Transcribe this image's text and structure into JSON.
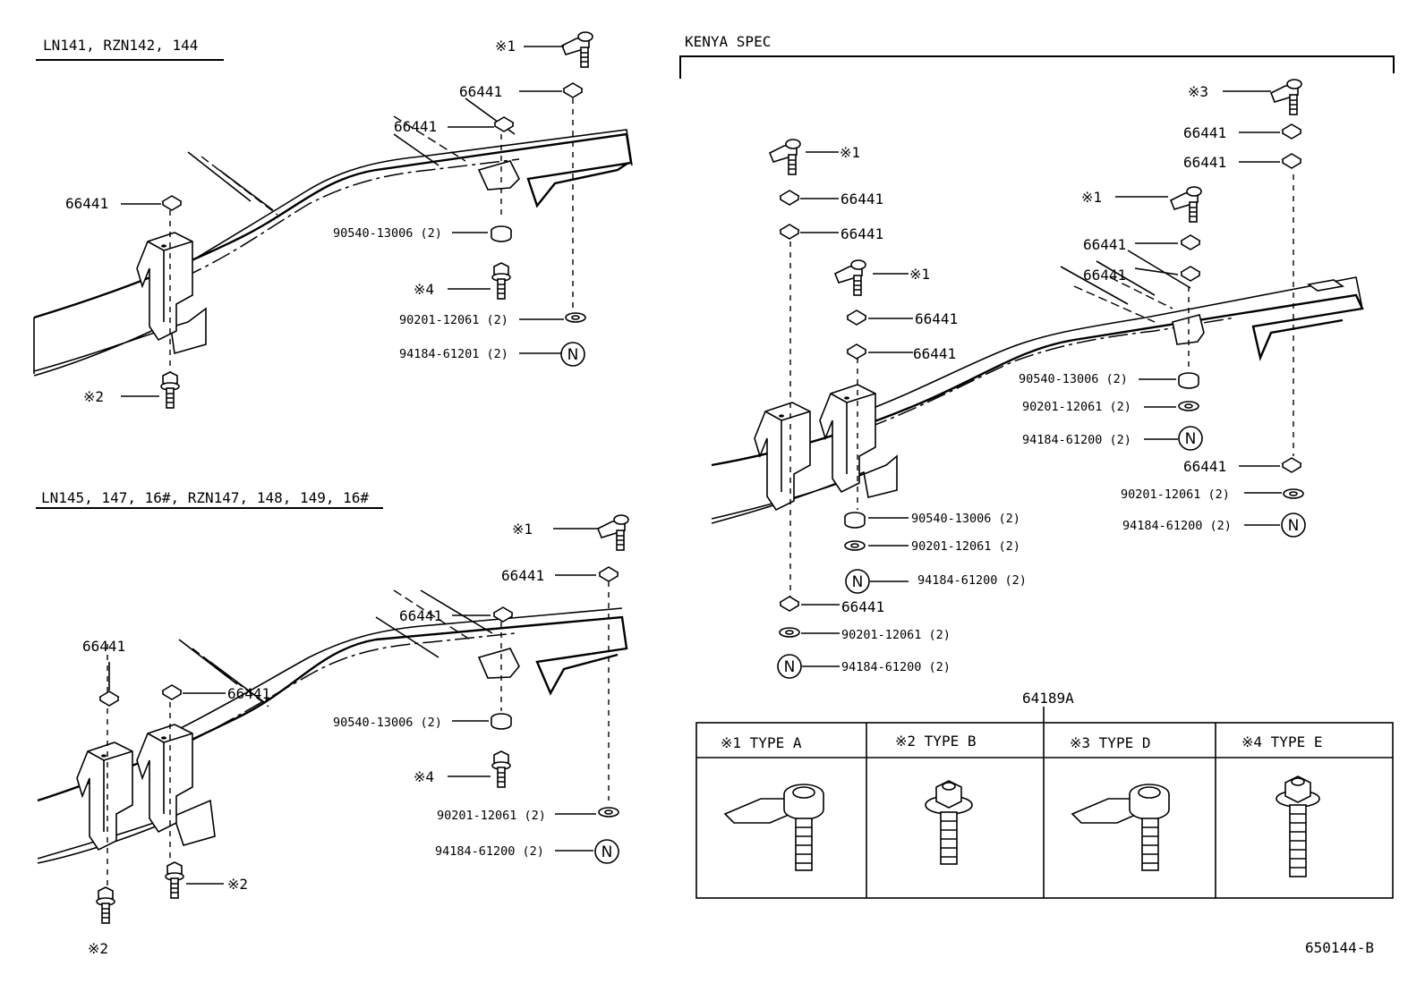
{
  "sections": {
    "s1_heading": "LN141, RZN142, 144",
    "s2_heading": "LN145, 147, 16#, RZN147, 148, 149, 16#",
    "s3_heading": "KENYA SPEC"
  },
  "section1": {
    "callout_1": "※1",
    "nut_a": "66441",
    "nut_b": "66441",
    "nut_c": "66441",
    "cushion": "90540-13006 (2)",
    "callout_4": "※4",
    "washer": "90201-12061 (2)",
    "nut_n": "94184-61201 (2)",
    "callout_2": "※2"
  },
  "section2": {
    "callout_1": "※1",
    "nut_a": "66441",
    "nut_b": "66441",
    "nut_c": "66441",
    "nut_d": "66441",
    "cushion": "90540-13006 (2)",
    "callout_4": "※4",
    "washer": "90201-12061 (2)",
    "nut_n": "94184-61200 (2)",
    "callout_2a": "※2",
    "callout_2b": "※2"
  },
  "section3": {
    "left_callout_1a": "※1",
    "left_nut_1": "66441",
    "left_nut_2": "66441",
    "left_callout_1b": "※1",
    "left_nut_3": "66441",
    "left_nut_4": "66441",
    "left_cushion": "90540-13006 (2)",
    "left_washer": "90201-12061 (2)",
    "left_nut_n": "94184-61200 (2)",
    "left_nut_5": "66441",
    "left_washer_2": "90201-12061 (2)",
    "left_nut_n2": "94184-61200 (2)",
    "right_callout_3": "※3",
    "right_nut_1": "66441",
    "right_nut_2": "66441",
    "right_callout_1": "※1",
    "right_nut_3": "66441",
    "right_nut_4": "66441",
    "right_cushion": "90540-13006 (2)",
    "right_washer": "90201-12061 (2)",
    "right_nut_n": "94184-61200 (2)",
    "right_nut_5": "66441",
    "right_washer_2": "90201-12061 (2)",
    "right_nut_n2": "94184-61200 (2)"
  },
  "n_symbol": "N",
  "group_code": "64189A",
  "type_table": {
    "columns": [
      "※1  TYPE  A",
      "※2  TYPE  B",
      "※3  TYPE  D",
      "※4  TYPE  E"
    ]
  },
  "figure_id": "650144-B"
}
